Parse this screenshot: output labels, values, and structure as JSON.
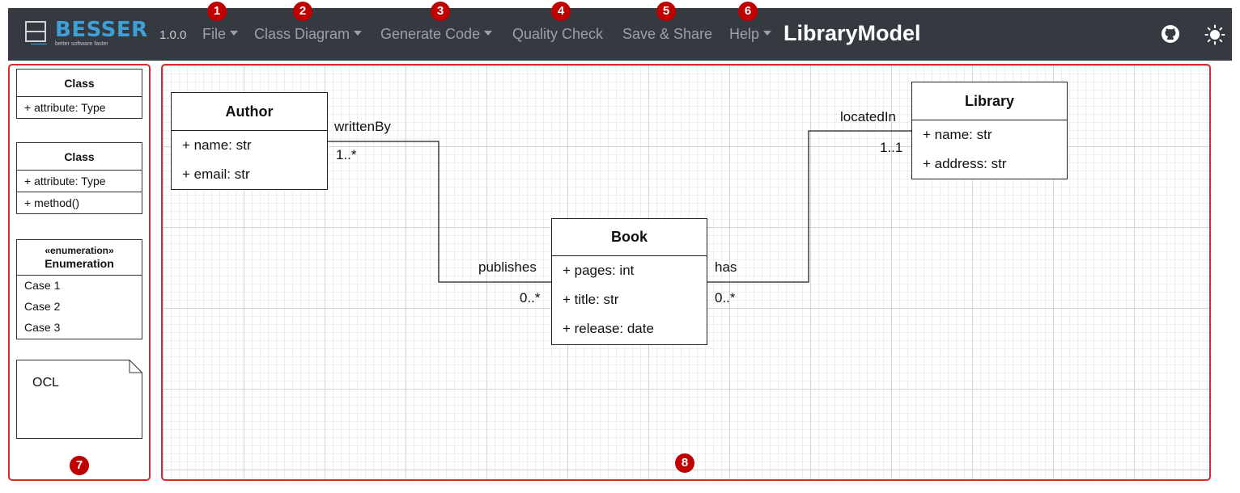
{
  "navbar": {
    "logo_text": "BESSER",
    "logo_tagline": "better software faster",
    "version": "1.0.0",
    "menu": [
      {
        "label": "File",
        "dropdown": true
      },
      {
        "label": "Class Diagram",
        "dropdown": true
      },
      {
        "label": "Generate Code",
        "dropdown": true
      },
      {
        "label": "Quality Check",
        "dropdown": false
      },
      {
        "label": "Save & Share",
        "dropdown": false
      },
      {
        "label": "Help",
        "dropdown": true
      }
    ],
    "model_name": "LibraryModel",
    "icons": [
      "github-icon",
      "theme-toggle-sun-icon"
    ]
  },
  "badges": [
    "1",
    "2",
    "3",
    "4",
    "5",
    "6",
    "7",
    "8"
  ],
  "palette": {
    "class_simple": {
      "name": "Class",
      "attribute": "+ attribute: Type"
    },
    "class_full": {
      "name": "Class",
      "attribute": "+ attribute: Type",
      "method": "+ method()"
    },
    "enumeration": {
      "stereotype": "«enumeration»",
      "name": "Enumeration",
      "cases": [
        "Case 1",
        "Case 2",
        "Case 3"
      ]
    },
    "ocl": "OCL"
  },
  "diagram": {
    "classes": {
      "author": {
        "name": "Author",
        "attributes": [
          "+ name: str",
          "+ email: str"
        ]
      },
      "book": {
        "name": "Book",
        "attributes": [
          "+ pages: int",
          "+ title: str",
          "+ release: date"
        ]
      },
      "library": {
        "name": "Library",
        "attributes": [
          "+ name: str",
          "+ address: str"
        ]
      }
    },
    "associations": {
      "author_book": {
        "source_role": "writtenBy",
        "source_mult": "1..*",
        "target_role": "publishes",
        "target_mult": "0..*"
      },
      "book_library": {
        "source_role": "has",
        "source_mult": "0..*",
        "target_role": "locatedIn",
        "target_mult": "1..1"
      }
    }
  },
  "colors": {
    "navbar": "#343a40",
    "highlight": "#d42b2b",
    "badge": "#c00000",
    "logo": "#3ea0d6"
  }
}
